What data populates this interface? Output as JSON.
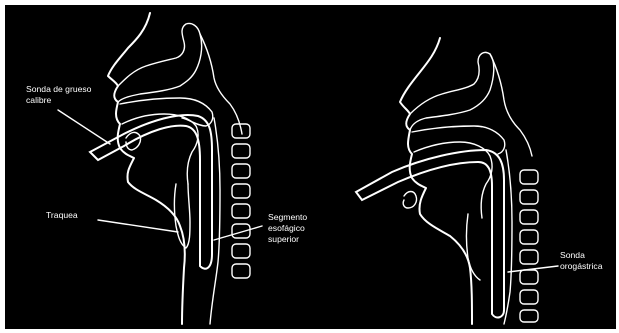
{
  "labels": {
    "tube_large": "Sonda de grueso\ncalibre",
    "trachea": "Traquea",
    "ues": "Segmento\nesofágico\nsuperior",
    "tube_oro": "Sonda\norogástrica"
  },
  "colors": {
    "background": "#000000",
    "frame": "#ffffff",
    "line_art": "#ffffff"
  }
}
